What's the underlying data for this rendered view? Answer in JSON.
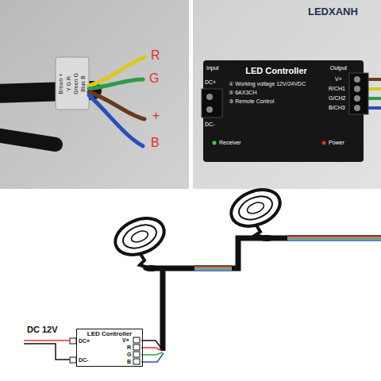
{
  "diagram": {
    "nodes": [
      {
        "text": [
          "LED Controller",
          "① Working voltage 12V/24VDC",
          "② 6AX3CH",
          "③ Remote Control"
        ]
      },
      {
        "text": [
          "LED Controller"
        ]
      }
    ],
    "labels": [
      "LEDXANH",
      "Brown +",
      "Y G R",
      "Green G",
      "Blue B",
      "R",
      "G",
      "+",
      "B",
      "Input",
      "DC+",
      "DC-",
      "Output",
      "V+",
      "R/CH1",
      "G/CH2",
      "B/CH3",
      "Receiver",
      "Power",
      "DC 12V",
      "DC+",
      "DC-",
      "V+",
      "R",
      "G",
      "B"
    ]
  }
}
